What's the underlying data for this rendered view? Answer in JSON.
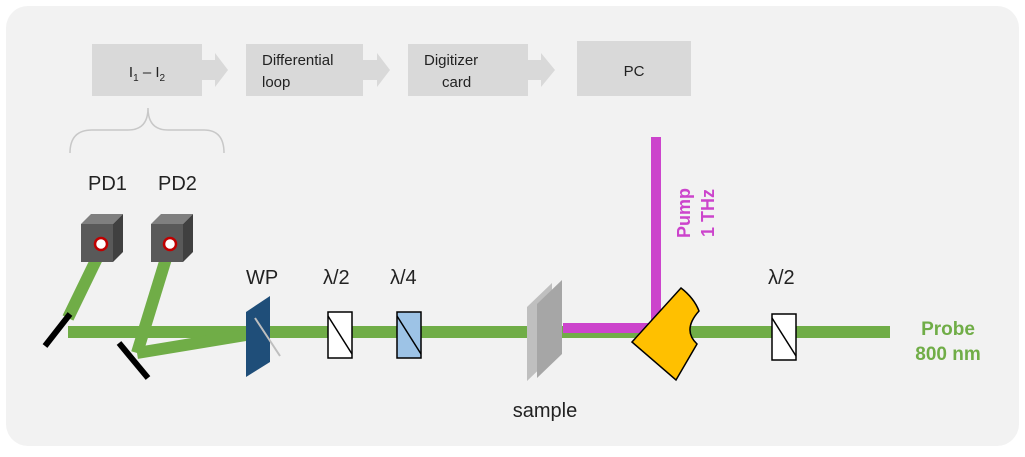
{
  "signal_chain": {
    "subtract": {
      "i1": "I",
      "sub1": "1",
      "minus": " – I",
      "sub2": "2"
    },
    "differential_loop": [
      "Differential",
      "loop"
    ],
    "digitizer_card": [
      "Digitizer",
      "card"
    ],
    "pc": "PC"
  },
  "detectors": {
    "pd1": "PD1",
    "pd2": "PD2"
  },
  "optics": {
    "wollaston_prism": "WP",
    "half_wave_1": "λ/2",
    "quarter_wave": "λ/4",
    "half_wave_2": "λ/2",
    "sample": "sample"
  },
  "beams": {
    "pump": [
      "Pump",
      "1 THz"
    ],
    "probe": [
      "Probe",
      "800 nm"
    ]
  },
  "colors": {
    "panel": "#f2f2f2",
    "box": "#d9d9d9",
    "probe_beam": "#70ad47",
    "pump_beam": "#cc44cc",
    "detector": "#595959",
    "wollaston": "#1f4e79",
    "quarter_plate": "#9dc3e6",
    "mirror_parabolic": "#ffc000"
  }
}
